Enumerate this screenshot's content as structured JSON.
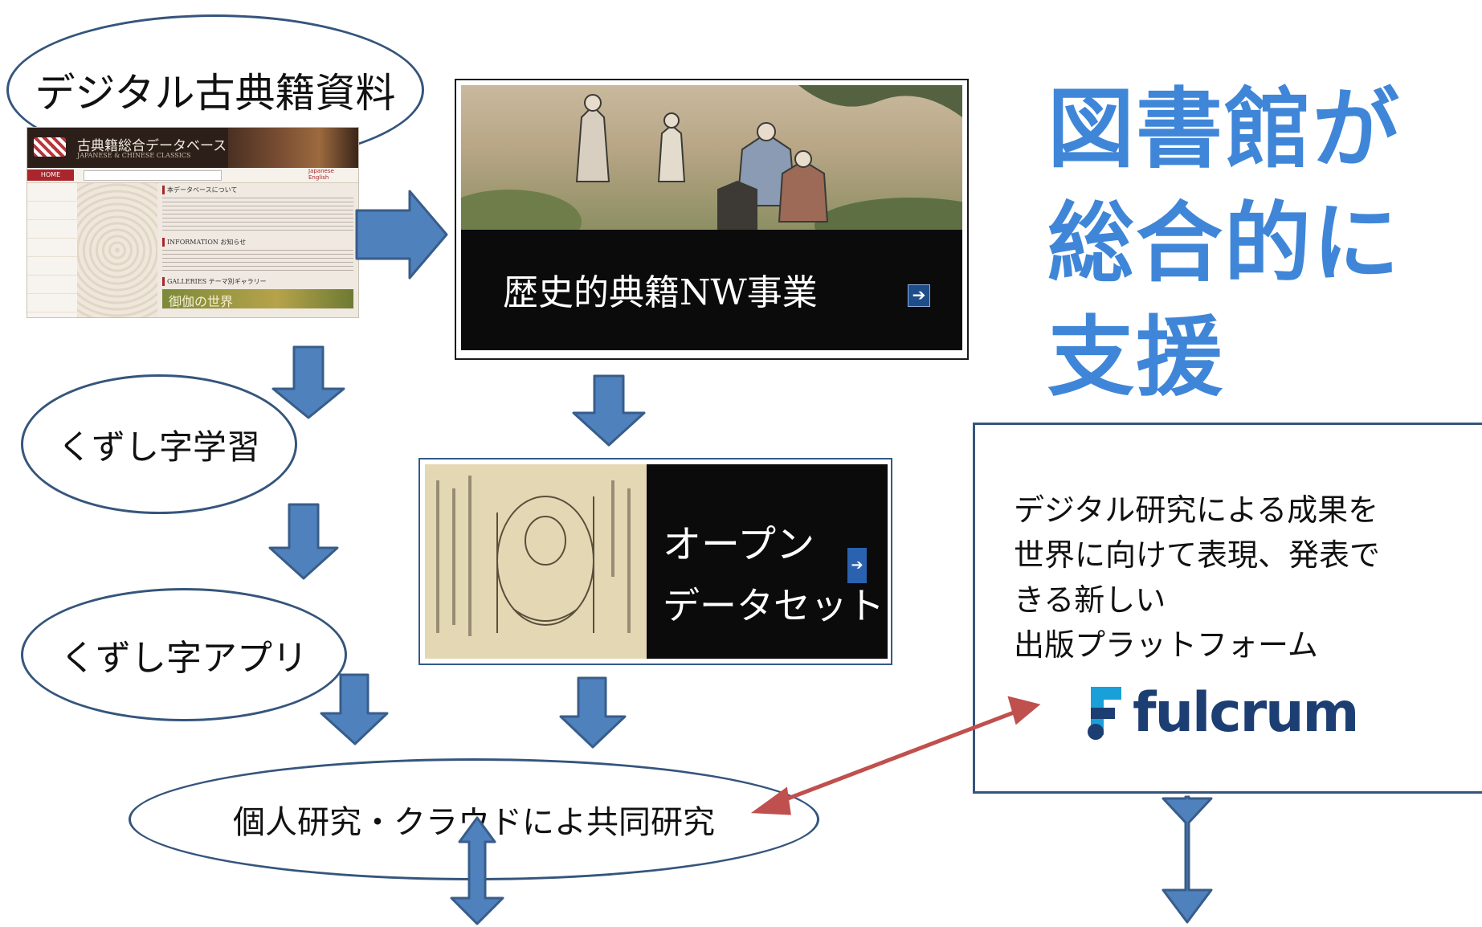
{
  "ovals": {
    "classical_materials": "デジタル古典籍資料",
    "kuzushiji_learning": "くずし字学習",
    "kuzushiji_app": "くずし字アプリ",
    "research": "個人研究・クラウドによ共同研究"
  },
  "headline": {
    "line1": "図書館が",
    "line2": "総合的に",
    "line3": "支援"
  },
  "database_screenshot": {
    "site_title": "古典籍総合データベース",
    "site_subtitle": "JAPANESE & CHINESE CLASSICS",
    "nav_home": "HOME",
    "lang_japanese": "Japanese",
    "lang_english": "English",
    "about_heading": "本データベースについて",
    "information_heading": "INFORMATION お知らせ",
    "galleries_heading": "GALLERIES テーマ別ギャラリー",
    "banner_text": "御伽の世界"
  },
  "nw_project": {
    "caption": "歴史的典籍NW事業"
  },
  "open_dataset": {
    "line1": "オープン",
    "line2": "データセット"
  },
  "fulcrum_box": {
    "line1": "デジタル研究による成果を",
    "line2": "世界に向けて表現、発表で",
    "line3": "きる新しい",
    "line4": "出版プラットフォーム",
    "logo_text": "fulcrum"
  },
  "colors": {
    "arrow_fill": "#4f81bd",
    "arrow_stroke": "#385d8a",
    "oval_border": "#35557c",
    "headline": "#3f86d8",
    "red_arrow": "#c0504d",
    "fulcrum_logo": "#1c3e73"
  }
}
